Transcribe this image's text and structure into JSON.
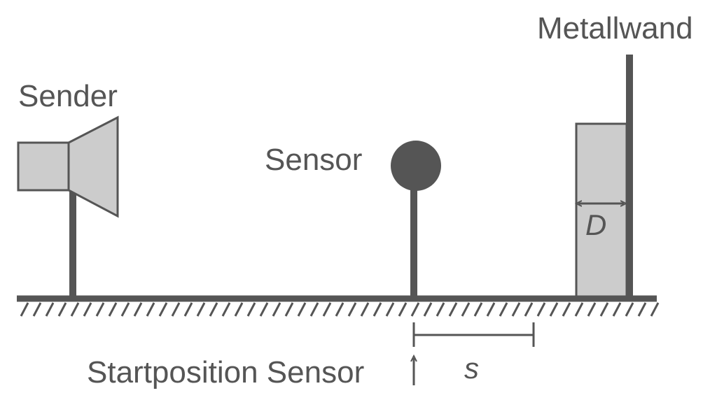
{
  "labels": {
    "sender": "Sender",
    "sensor": "Sensor",
    "wall": "Metallwand",
    "thickness": "D",
    "start_position": "Startposition Sensor",
    "distance": "s"
  },
  "colors": {
    "stroke": "#555555",
    "fill_light": "#cccccc",
    "sensor_ball": "#555555",
    "background": "#ffffff"
  }
}
